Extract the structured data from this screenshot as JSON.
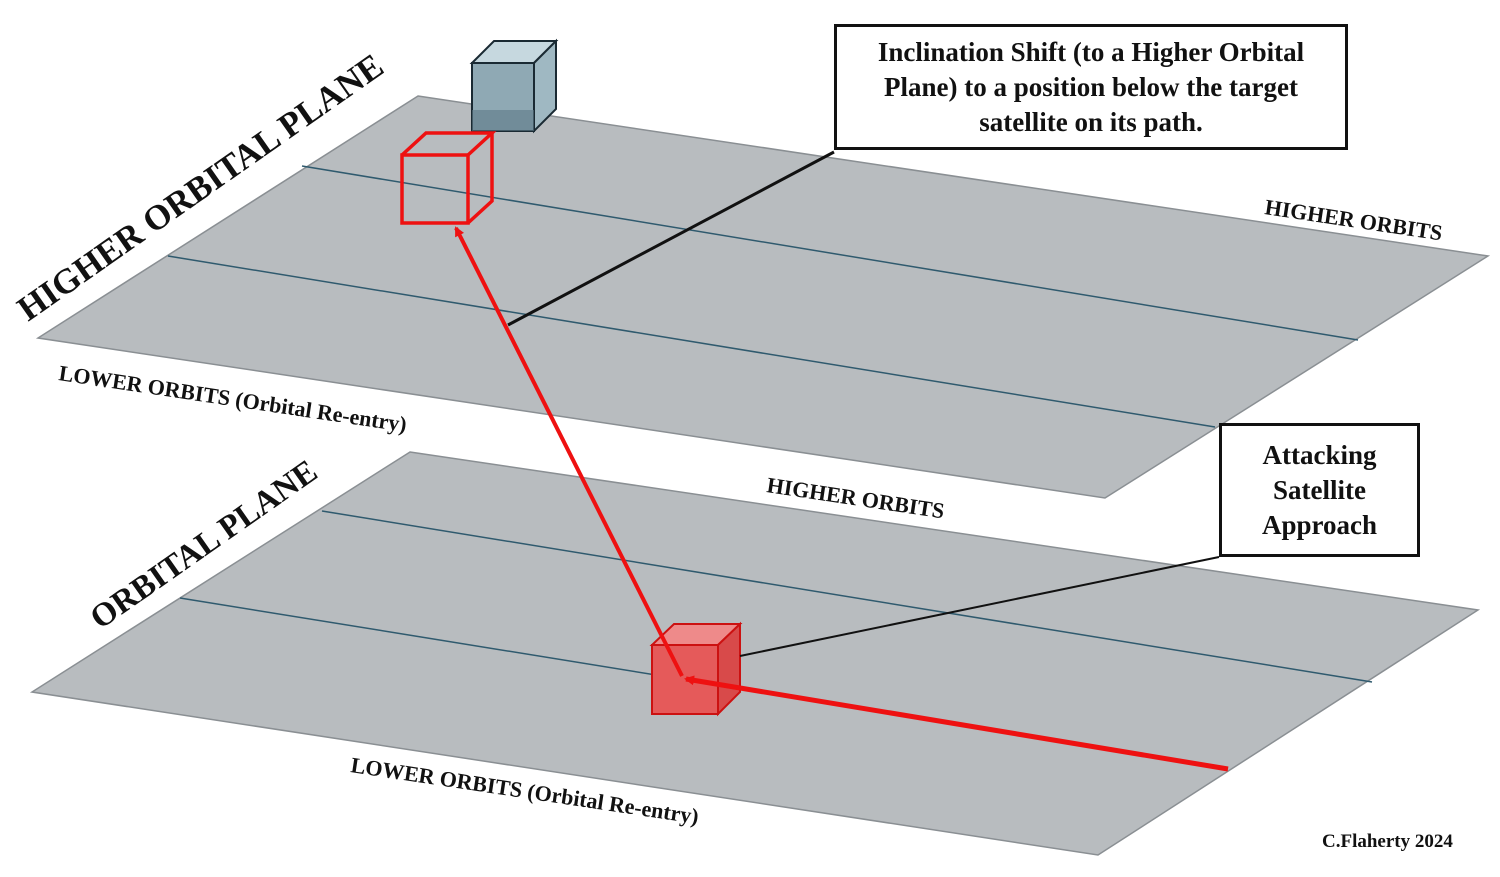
{
  "diagram": {
    "upper_plane": {
      "title": "HIGHER ORBITAL PLANE",
      "higher_label": "HIGHER ORBITS",
      "lower_label": "LOWER ORBITS (Orbital Re-entry)"
    },
    "lower_plane": {
      "title": "ORBITAL PLANE",
      "higher_label": "HIGHER ORBITS",
      "lower_label": "LOWER ORBITS (Orbital Re-entry)"
    },
    "callouts": {
      "inclination": {
        "line1": "Inclination Shift (to a Higher Orbital",
        "line2": "Plane) to a position below the target",
        "line3": "satellite on its path."
      },
      "attacking": {
        "line1": "Attacking",
        "line2": "Satellite",
        "line3": "Approach"
      }
    },
    "credit": "C.Flaherty 2024",
    "colors": {
      "plane_fill": "#b8bcbf",
      "plane_edge": "#8a8f93",
      "orbit_line": "#2f5a6e",
      "attack_red": "#ee1111",
      "target_fill": "#a9c3cd",
      "leader": "#111111"
    }
  }
}
